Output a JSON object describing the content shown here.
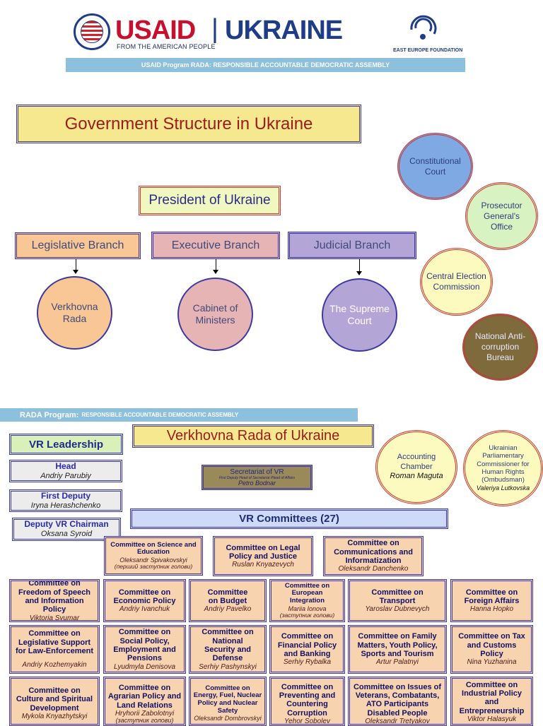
{
  "header": {
    "usaid": "USAID",
    "divider": "|",
    "country": "UKRAINE",
    "tagline": "FROM THE AMERICAN PEOPLE",
    "partner": "EAST EUROPE FOUNDATION",
    "banner": "USAID Program RADA: RESPONSIBLE ACCOUNTABLE DEMOCRATIC ASSEMBLY",
    "colors": {
      "usaid_red": "#c8102e",
      "usaid_blue": "#1f3c88",
      "banner": "#8cc0dc"
    }
  },
  "structure": {
    "title": "Government Structure in Ukraine",
    "president": "President of Ukraine",
    "branches": [
      {
        "label": "Legislative Branch",
        "body": "Verkhovna Rada",
        "color": "#f9c796"
      },
      {
        "label": "Executive Branch",
        "body": "Cabinet of Ministers",
        "color": "#e7b4b6"
      },
      {
        "label": "Judicial Branch",
        "body": "The Supreme Court",
        "color": "#b3a6d6"
      }
    ],
    "independent_bodies": [
      {
        "label": "Constitutional Court",
        "color": "#7fa9e3"
      },
      {
        "label": "Prosecutor General's Office",
        "color": "#d9f2c2"
      },
      {
        "label": "Central Election Commission",
        "color": "#fdfac0"
      },
      {
        "label": "National Anti-corruption Bureau",
        "color": "#7e6a3a"
      }
    ]
  },
  "rada": {
    "banner_bold": "RADA Program:",
    "banner_rest": "RESPONSIBLE ACCOUNTABLE DEMOCRATIC ASSEMBLY",
    "title": "Verkhovna Rada of Ukraine",
    "leadership_title": "VR Leadership",
    "leadership": [
      {
        "role": "Head",
        "name": "Andriy Parubiy"
      },
      {
        "role": "First Deputy",
        "name": "Iryna Herashchenko"
      },
      {
        "role": "Deputy VR Chairman",
        "name": "Oksana Syroid"
      }
    ],
    "secretariat": {
      "title": "Secretariat of VR",
      "subtitle": "First Deputy Head of Secretariat /Head of Affairs",
      "name": "Petro Bodnar"
    },
    "accounting": {
      "title": "Accounting Chamber",
      "name": "Roman Maguta"
    },
    "ombudsman": {
      "title": "Ukrainian Parliamentary Commissioner for Human Rights (Ombudsman)",
      "name": "Valeriya Lutkovska"
    },
    "committees_label": "VR Committees (27)",
    "committees_top": [
      {
        "title": "Committee on Science and Education",
        "chair": "Oleksandr Spivakovskyi",
        "note": "(перший заступник голови)"
      },
      {
        "title": "Committee on Legal Policy and Justice",
        "chair": "Ruslan Knyazevych",
        "note": ""
      },
      {
        "title": "Committee on Communications and Informatization",
        "chair": "Oleksandr Danchenko",
        "note": ""
      }
    ],
    "committees_row1": [
      {
        "title": "Committee on Freedom of Speech and Information Policy",
        "chair": "Viktoria Syumar",
        "note": ""
      },
      {
        "title": "Committee on Economic Policy",
        "chair": "Andriy Ivanchuk",
        "note": ""
      },
      {
        "title": "Committee on Budget",
        "chair": "Andriy Pavelko",
        "note": ""
      },
      {
        "title": "Committee on European Integration",
        "chair": "Mariia Ionova",
        "note": "(заступник голови)"
      },
      {
        "title": "Committee on Transport",
        "chair": "Yaroslav Dubnevych",
        "note": ""
      },
      {
        "title": "Committee on Foreign Affairs",
        "chair": "Hanna Hopko",
        "note": ""
      }
    ],
    "committees_row2": [
      {
        "title": "Committee on Legislative Support for Law-Enforcement",
        "chair": "Andriy Kozhemyakin",
        "note": ""
      },
      {
        "title": "Committee on Social Policy, Employment and Pensions",
        "chair": "Lyudmyla Denisova",
        "note": ""
      },
      {
        "title": "Committee on National Security and Defense",
        "chair": "Serhiy Pashynskyi",
        "note": ""
      },
      {
        "title": "Committee on Financial Policy and Banking",
        "chair": "Serhiy Rybalka",
        "note": ""
      },
      {
        "title": "Committee on Family Matters, Youth Policy, Sports and Tourism",
        "chair": "Artur Palatnyi",
        "note": ""
      },
      {
        "title": "Committee on Tax and Customs Policy",
        "chair": "Nina Yuzhanina",
        "note": ""
      }
    ],
    "committees_row3": [
      {
        "title": "Committee on Culture and Spiritual Development",
        "chair": "Mykola Knyazhytskyi",
        "note": ""
      },
      {
        "title": "Committee on Agrarian Policy and Land Relations",
        "chair": "Hryhorii Zabolotnyi",
        "note": "(заступник голови)"
      },
      {
        "title": "Committee on Energy, Fuel, Nuclear Policy and Nuclear Safety",
        "chair": "Oleksandr Dombrovskyi",
        "note": ""
      },
      {
        "title": "Committee on Preventing and Countering Corruption",
        "chair": "Yehor Sobolev",
        "note": ""
      },
      {
        "title": "Committee on Issues of Veterans, Combatants, ATO Participants Disabled People",
        "chair": "Oleksandr Tretyakov",
        "note": ""
      },
      {
        "title": "Committee on Industrial Policy and Entrepreneurship",
        "chair": "Viktor Halasyuk",
        "note": ""
      }
    ]
  }
}
